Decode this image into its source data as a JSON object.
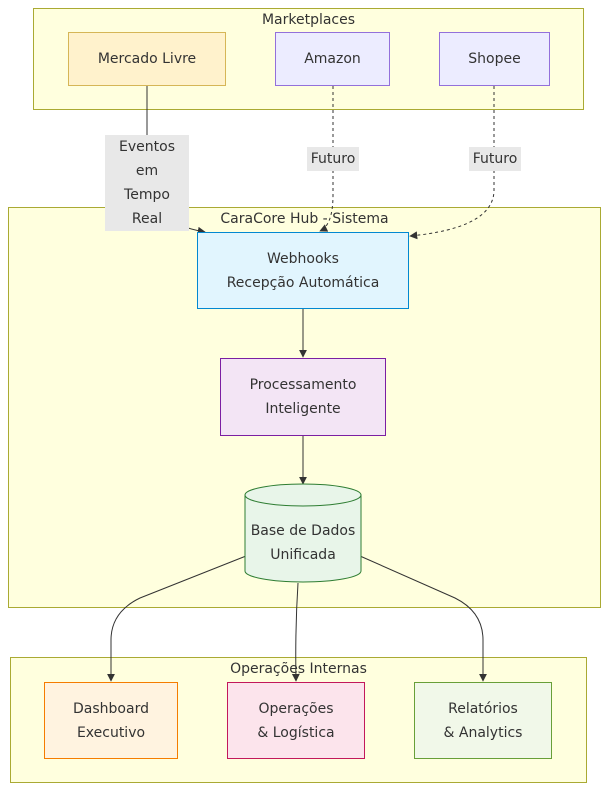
{
  "clusters": {
    "marketplaces": "Marketplaces",
    "hub": "CaraCore Hub - Sistema",
    "internal": "Operações Internas"
  },
  "nodes": {
    "mercado_livre": "Mercado Livre",
    "amazon": "Amazon",
    "shopee": "Shopee",
    "webhooks": "Webhooks\nRecepção Automática",
    "processing": "Processamento\nInteligente",
    "database": "Base de Dados\nUnificada",
    "dashboard": "Dashboard\nExecutivo",
    "operations": "Operações\n& Logística",
    "reports": "Relatórios\n& Analytics"
  },
  "edge_labels": {
    "ml_webhooks": "Eventos em\nTempo Real",
    "amazon_webhooks": "Futuro",
    "shopee_webhooks": "Futuro"
  },
  "colors": {
    "cluster_fill": "#ffffde",
    "cluster_stroke": "#aaaa33",
    "mercado_livre_fill": "#fff2cc",
    "mercado_livre_stroke": "#d6b656",
    "amazon_fill": "#ececff",
    "amazon_stroke": "#9370db",
    "webhooks_fill": "#e1f5fe",
    "webhooks_stroke": "#0288d1",
    "processing_fill": "#f3e5f5",
    "processing_stroke": "#7b1fa2",
    "database_fill": "#e8f5e9",
    "database_stroke": "#2e7d32",
    "dashboard_fill": "#fff3e0",
    "dashboard_stroke": "#f57c00",
    "operations_fill": "#fce4ec",
    "operations_stroke": "#c2185b",
    "reports_fill": "#f1f8e9",
    "reports_stroke": "#689f38",
    "edge": "#333333"
  }
}
